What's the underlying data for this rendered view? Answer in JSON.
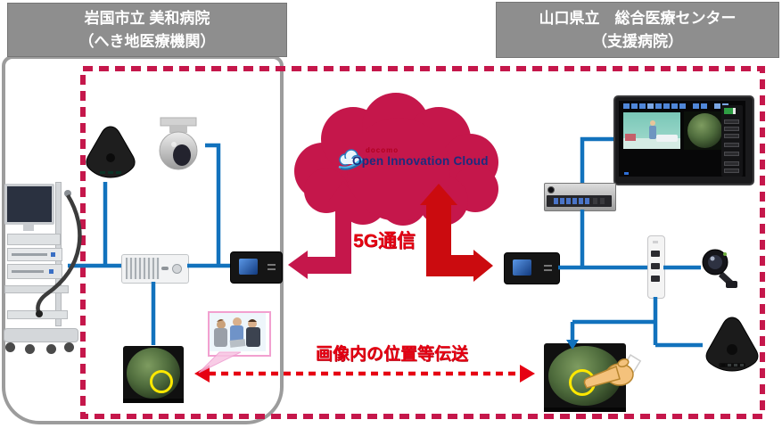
{
  "headers": {
    "left": {
      "line1": "岩国市立 美和病院",
      "line2": "（へき地医療機関）"
    },
    "right": {
      "line1": "山口県立　総合医療センター",
      "line2": "（支援病院）"
    }
  },
  "cloud": {
    "brand": "docomo",
    "service": "Open Innovation Cloud"
  },
  "labels": {
    "five_g": "5G通信",
    "position_transfer": "画像内の位置等伝送"
  },
  "devices": {
    "left": [
      "endoscopy-cart",
      "speakerphone",
      "ptz-camera",
      "av-codec",
      "5g-router",
      "endoscope-image",
      "video-conference-illustration"
    ],
    "right": [
      "multi-viewer-monitor",
      "video-recorder",
      "5g-router",
      "usb-hub",
      "webcam",
      "speakerphone",
      "endoscope-image",
      "pointing-hand"
    ]
  },
  "colors": {
    "header_gray": "#8E8E8E",
    "cloud_crimson": "#C5174B",
    "arrow_red": "#CB0B0F",
    "accent_red": "#E60012",
    "line_blue": "#1272BD",
    "logo_navy": "#1B2C7E",
    "highlight_yellow": "#FFE800"
  }
}
